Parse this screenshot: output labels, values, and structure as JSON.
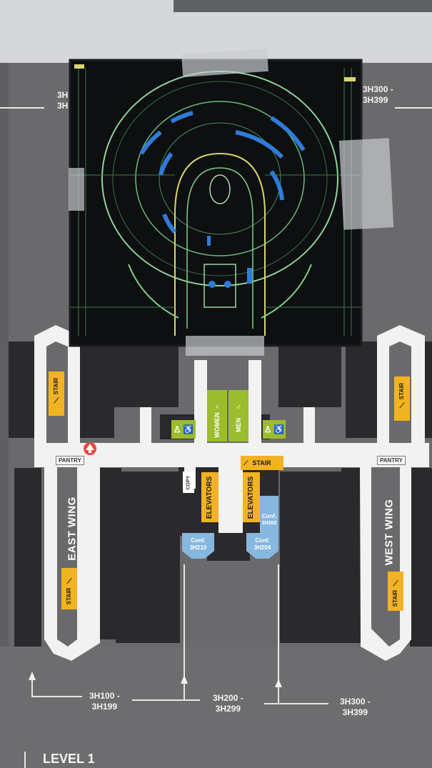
{
  "map": {
    "level_label": "LEVEL 1",
    "wings": {
      "east": "EAST WING",
      "west": "WEST WING"
    },
    "stairs": [
      "STAIR",
      "STAIR",
      "STAIR",
      "STAIR",
      "STAIR"
    ],
    "pantries": [
      "PANTRY",
      "PANTRY"
    ],
    "restrooms": {
      "women": "WOMEN",
      "men": "MEN"
    },
    "elevators": [
      "ELEVATORS",
      "ELEVATORS"
    ],
    "copy": "COPY",
    "conference_rooms": [
      {
        "line1": "Conf.",
        "line2": "3H210"
      },
      {
        "line1": "Conf.",
        "line2": "3H204"
      },
      {
        "line1": "Conf.",
        "line2": "3H202"
      }
    ],
    "top_ranges": {
      "left": {
        "line1": "3H",
        "line2": "3H"
      },
      "right": {
        "line1": "3H300 -",
        "line2": "3H399"
      }
    },
    "bottom_ranges": [
      {
        "line1": "3H100 -",
        "line2": "3H199"
      },
      {
        "line1": "3H200 -",
        "line2": "3H299"
      },
      {
        "line1": "3H300 -",
        "line2": "3H399"
      }
    ],
    "colors": {
      "wall_frame": "#d4d5d7",
      "board": "#6a6a6c",
      "corridor": "#f2f2f2",
      "rooms_dark": "#242426",
      "stair_elevator": "#f2b322",
      "restroom": "#9bbc2d",
      "conference": "#86b8df",
      "you_are_here": "#e8473b",
      "blueprint_line": "#7fcf8a",
      "blueprint_accent": "#2e7cd8"
    },
    "icons": [
      "restroom-icon",
      "accessible-icon",
      "you-are-here-icon",
      "stair-icon",
      "arrow-up-icon"
    ]
  }
}
